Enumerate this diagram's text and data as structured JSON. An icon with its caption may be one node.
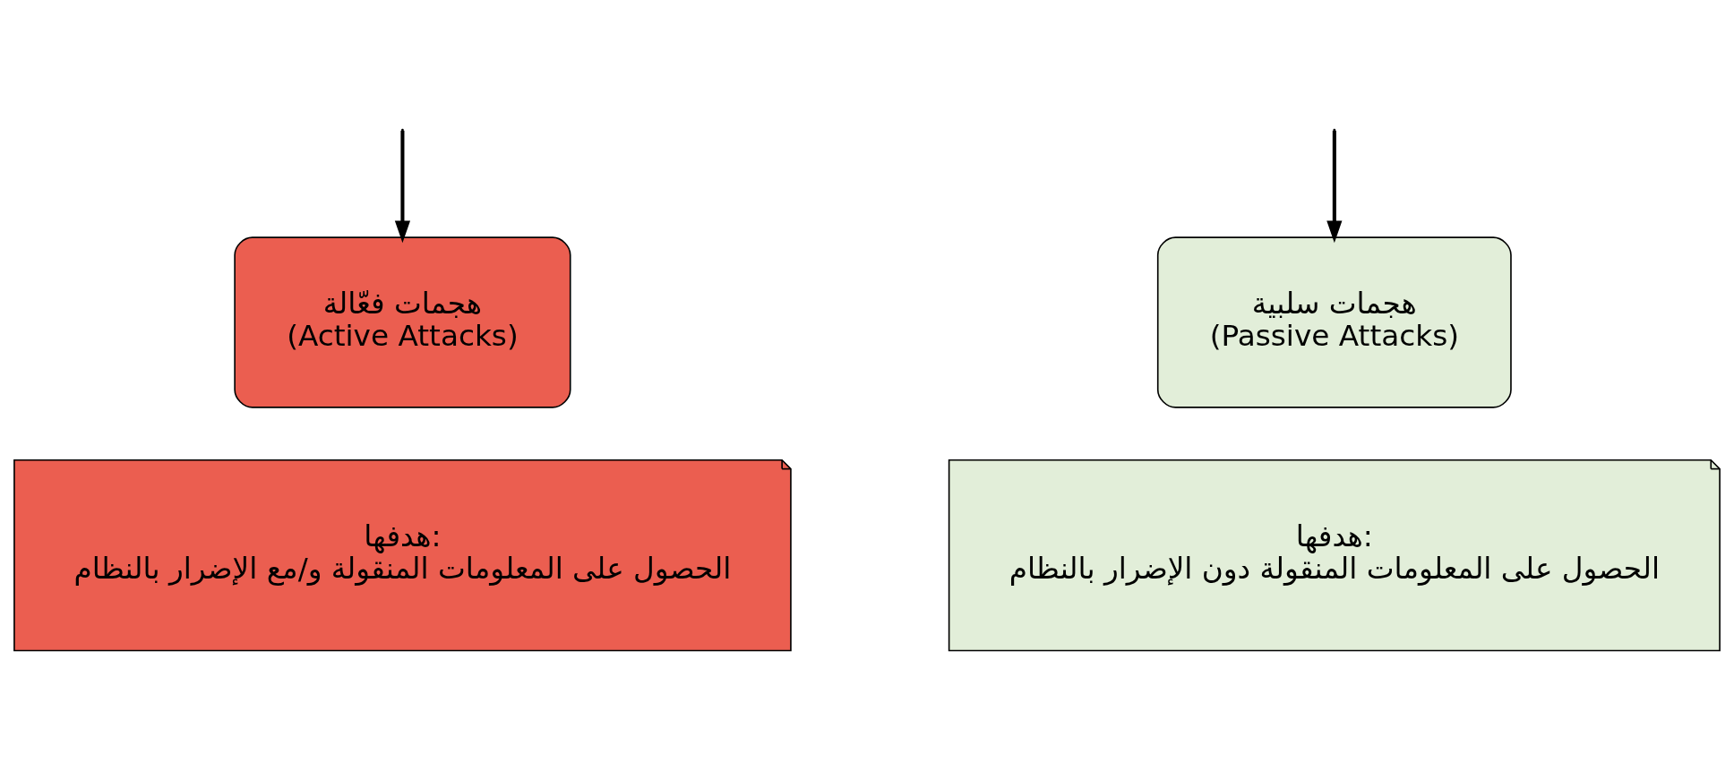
{
  "diagram": {
    "nodes": [
      {
        "text": [
          "هجمات فعّالة",
          "(Active Attacks)"
        ]
      },
      {
        "text": [
          "هدفها:",
          "الحصول على المعلومات المنقولة و/مع الإضرار بالنظام"
        ]
      },
      {
        "text": [
          "هجمات سلبية",
          "(Passive Attacks)"
        ]
      },
      {
        "text": [
          "هدفها:",
          "الحصول على المعلومات المنقولة دون الإضرار بالنظام"
        ]
      }
    ],
    "edges": [
      {
        "from": null,
        "to": 0,
        "arrow": "to"
      },
      {
        "from": null,
        "to": 2,
        "arrow": "to"
      }
    ]
  }
}
